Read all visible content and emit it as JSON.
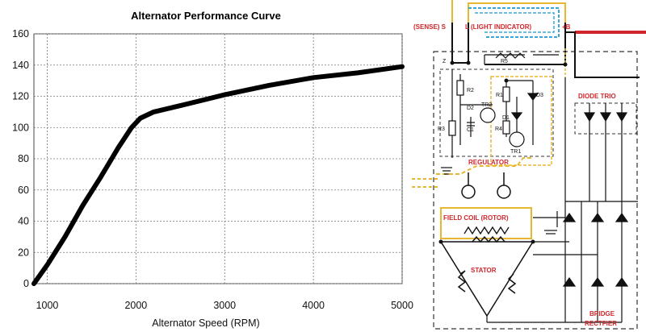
{
  "chart_data": {
    "type": "line",
    "title": "Alternator Performance Curve",
    "xlabel": "Alternator Speed (RPM)",
    "ylabel": "",
    "xlim": [
      850,
      5000
    ],
    "ylim": [
      0,
      160
    ],
    "xticks": [
      1000,
      2000,
      3000,
      4000,
      5000
    ],
    "yticks": [
      0,
      20,
      40,
      60,
      80,
      100,
      120,
      140,
      160
    ],
    "grid": true,
    "series": [
      {
        "x": [
          850,
          1000,
          1200,
          1400,
          1600,
          1800,
          1950,
          2050,
          2200,
          2500,
          3000,
          3500,
          4000,
          4500,
          5000
        ],
        "y": [
          0,
          12,
          30,
          50,
          68,
          87,
          100,
          106,
          110,
          114,
          121,
          127,
          132,
          135,
          139
        ]
      }
    ]
  },
  "diagram": {
    "labels": {
      "sense": "(SENSE) S",
      "light": "L (LIGHT INDICATOR)",
      "plus_b": "+B",
      "diode_trio": "DIODE  TRIO",
      "regulator": "REGULATOR",
      "field_coil": "FIELD COIL (ROTOR)",
      "stator": "STATOR",
      "bridge": "BRIDGE",
      "rectifier": "RECTFIER"
    },
    "components": {
      "r1": "R1",
      "r2": "R2",
      "r3": "R3",
      "r4": "R4",
      "r5": "R5",
      "c1": "C1",
      "d1": "D1",
      "d2": "D2",
      "d3": "D3",
      "tr1": "TR1",
      "tr2": "TR2",
      "z": "Z"
    },
    "colors": {
      "yellow": "#e8b730",
      "blue": "#3ba6d6",
      "red": "#d1262c"
    }
  }
}
